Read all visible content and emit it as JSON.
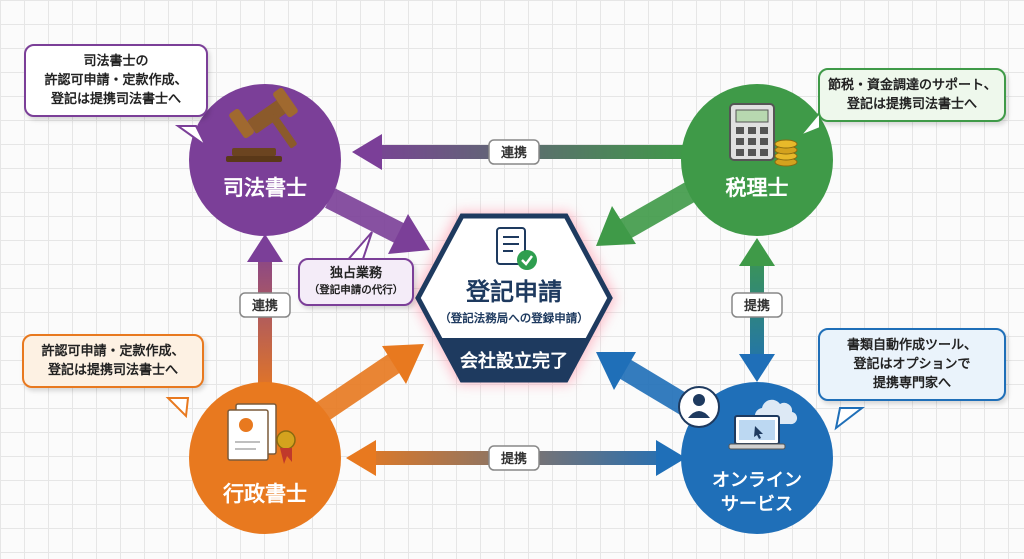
{
  "center": {
    "title": "登記申請",
    "subtitle": "（登記法務局への登録申請）",
    "footer": "会社設立完了"
  },
  "nodes": {
    "shiho": {
      "label": "司法書士",
      "color": "#7b3f98"
    },
    "zeiri": {
      "label": "税理士",
      "color": "#3f9a48"
    },
    "gyosei": {
      "label": "行政書士",
      "color": "#e8791f"
    },
    "online": {
      "label_line1": "オンライン",
      "label_line2": "サービス",
      "color": "#1f6fb8"
    }
  },
  "edges": {
    "top": "連携",
    "left": "連携",
    "right": "提携",
    "bottom": "提携"
  },
  "bubbles": {
    "shiho": [
      "司法書士の",
      "許認可申請・定款作成、",
      "登記は提携司法書士へ"
    ],
    "zeiri": [
      "節税・資金調達のサポート、",
      "登記は提携司法書士へ"
    ],
    "gyosei": [
      "許認可申請・定款作成、",
      "登記は提携司法書士へ"
    ],
    "online": [
      "書類自動作成ツール、",
      "登記はオプションで",
      "提携専門家へ"
    ],
    "exclusive": [
      "独占業務",
      "（登記申請の代行）"
    ]
  }
}
